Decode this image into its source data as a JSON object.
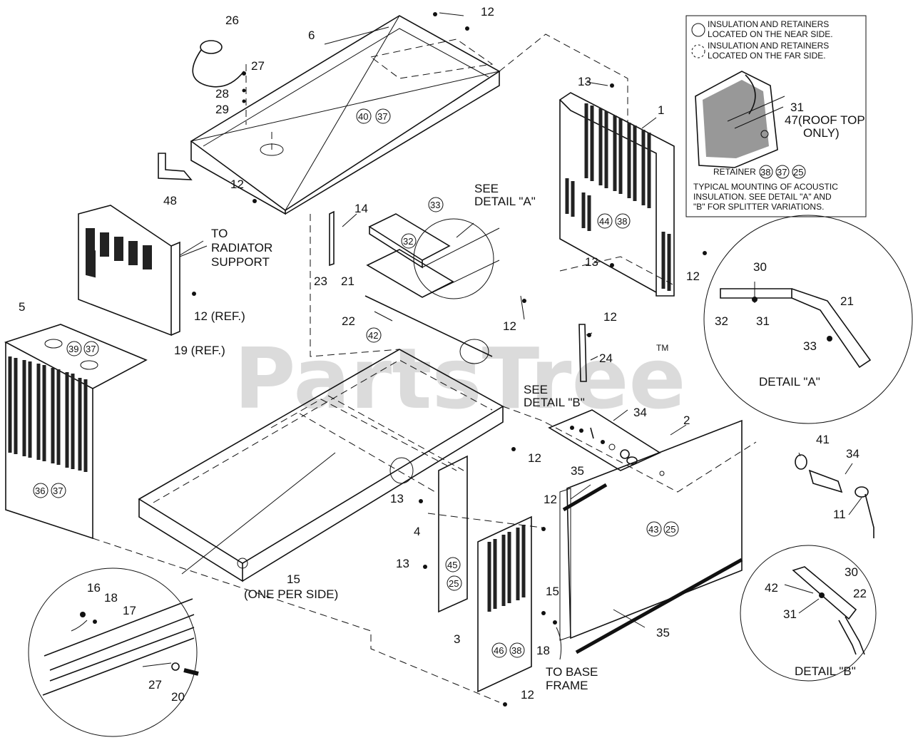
{
  "watermark": "PartsTree",
  "trademark": "TM",
  "legend": {
    "near_side": [
      "INSULATION AND RETAINERS",
      "LOCATED ON THE NEAR SIDE."
    ],
    "far_side": [
      "INSULATION AND RETAINERS",
      "LOCATED ON THE FAR SIDE."
    ],
    "item_31": "31",
    "item_47": "47(ROOF TOP",
    "item_47b": "ONLY)",
    "retainer": "RETAINER",
    "retainer_nums": [
      "38",
      "37",
      "25"
    ],
    "note": [
      "TYPICAL MOUNTING OF ACOUSTIC",
      "INSULATION. SEE DETAIL \"A\" AND",
      "\"B\" FOR SPLITTER VARIATIONS."
    ]
  },
  "callouts": {
    "see_detail_a": [
      "SEE",
      "DETAIL \"A\""
    ],
    "see_detail_b": [
      "SEE",
      "DETAIL \"B\""
    ],
    "to_radiator": [
      "TO",
      "RADIATOR",
      "SUPPORT"
    ],
    "one_per_side": "(ONE PER SIDE)",
    "to_base_frame": [
      "TO BASE",
      "FRAME"
    ],
    "detail_a": "DETAIL \"A\"",
    "detail_b": "DETAIL \"B\"",
    "ref_12": "12 (REF.)",
    "ref_19": "19 (REF.)"
  },
  "parts": {
    "p1": "1",
    "p2": "2",
    "p3": "3",
    "p4": "4",
    "p5": "5",
    "p6": "6",
    "p11": "11",
    "p12": "12",
    "p13": "13",
    "p14": "14",
    "p15": "15",
    "p16": "16",
    "p17": "17",
    "p18": "18",
    "p20": "20",
    "p21": "21",
    "p22": "22",
    "p23": "23",
    "p24": "24",
    "p26": "26",
    "p27": "27",
    "p28": "28",
    "p29": "29",
    "p30": "30",
    "p31": "31",
    "p32": "32",
    "p33": "33",
    "p34": "34",
    "p35": "35",
    "p41": "41",
    "p42": "42",
    "p48": "48"
  },
  "circled": {
    "c40": "40",
    "c37": "37",
    "c39": "39",
    "c36": "36",
    "c44": "44",
    "c38": "38",
    "c43": "43",
    "c25": "25",
    "c45": "45",
    "c46": "46",
    "c32": "32",
    "c33": "33",
    "c42": "42"
  }
}
